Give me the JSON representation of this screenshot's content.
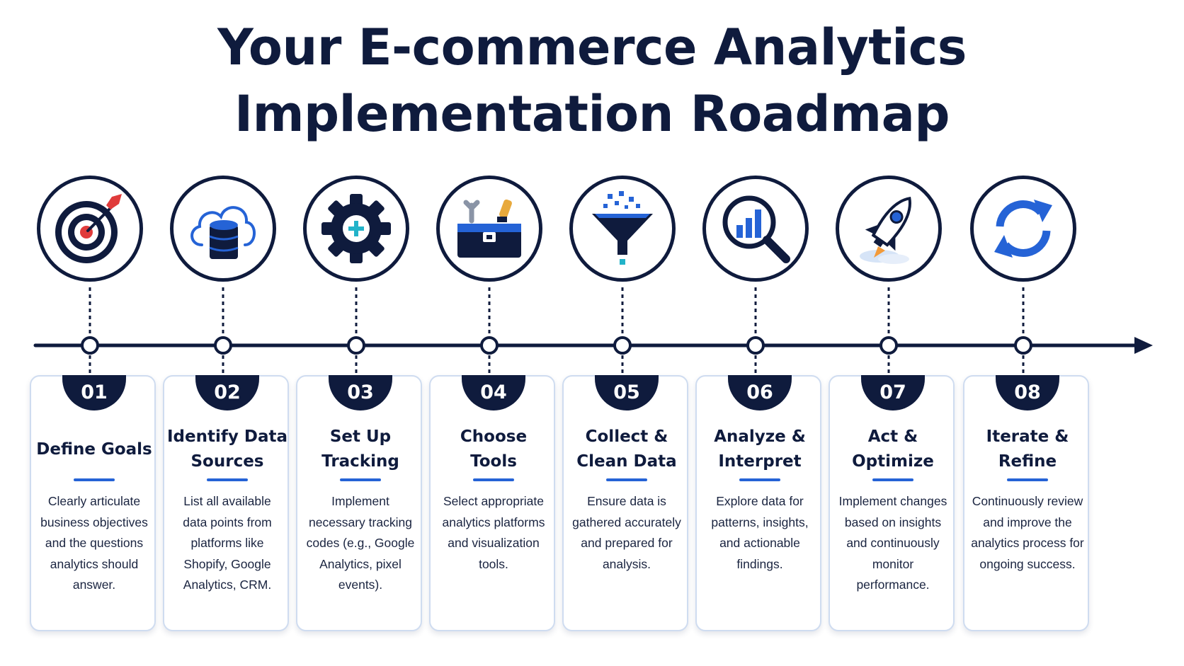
{
  "title": {
    "line1": "Your E-commerce Analytics",
    "line2": "Implementation Roadmap"
  },
  "colors": {
    "navy": "#0f1b3d",
    "accent_blue": "#2563d6",
    "red": "#e03b3b",
    "card_border": "#cfdcf0"
  },
  "steps": [
    {
      "number": "01",
      "title_lines": [
        "Define Goals"
      ],
      "icon": "target-icon",
      "description": "Clearly articulate business objectives and the questions analytics should answer."
    },
    {
      "number": "02",
      "title_lines": [
        "Identify Data",
        "Sources"
      ],
      "icon": "cloud-database-icon",
      "description": "List all available data points from platforms like Shopify, Google Analytics, CRM."
    },
    {
      "number": "03",
      "title_lines": [
        "Set Up",
        "Tracking"
      ],
      "icon": "gear-plus-icon",
      "description": "Implement necessary tracking codes (e.g., Google Analytics, pixel events)."
    },
    {
      "number": "04",
      "title_lines": [
        "Choose",
        "Tools"
      ],
      "icon": "toolbox-icon",
      "description": "Select appropriate analytics platforms and visualization tools."
    },
    {
      "number": "05",
      "title_lines": [
        "Collect &",
        "Clean Data"
      ],
      "icon": "funnel-icon",
      "description": "Ensure data is gathered accurately and prepared for analysis."
    },
    {
      "number": "06",
      "title_lines": [
        "Analyze &",
        "Interpret"
      ],
      "icon": "magnifier-chart-icon",
      "description": "Explore data for patterns, insights, and actionable findings."
    },
    {
      "number": "07",
      "title_lines": [
        "Act &",
        "Optimize"
      ],
      "icon": "rocket-icon",
      "description": "Implement changes based on insights and continuously monitor performance."
    },
    {
      "number": "08",
      "title_lines": [
        "Iterate &",
        "Refine"
      ],
      "icon": "refresh-cycle-icon",
      "description": "Continuously review and improve the analytics process for ongoing success."
    }
  ]
}
